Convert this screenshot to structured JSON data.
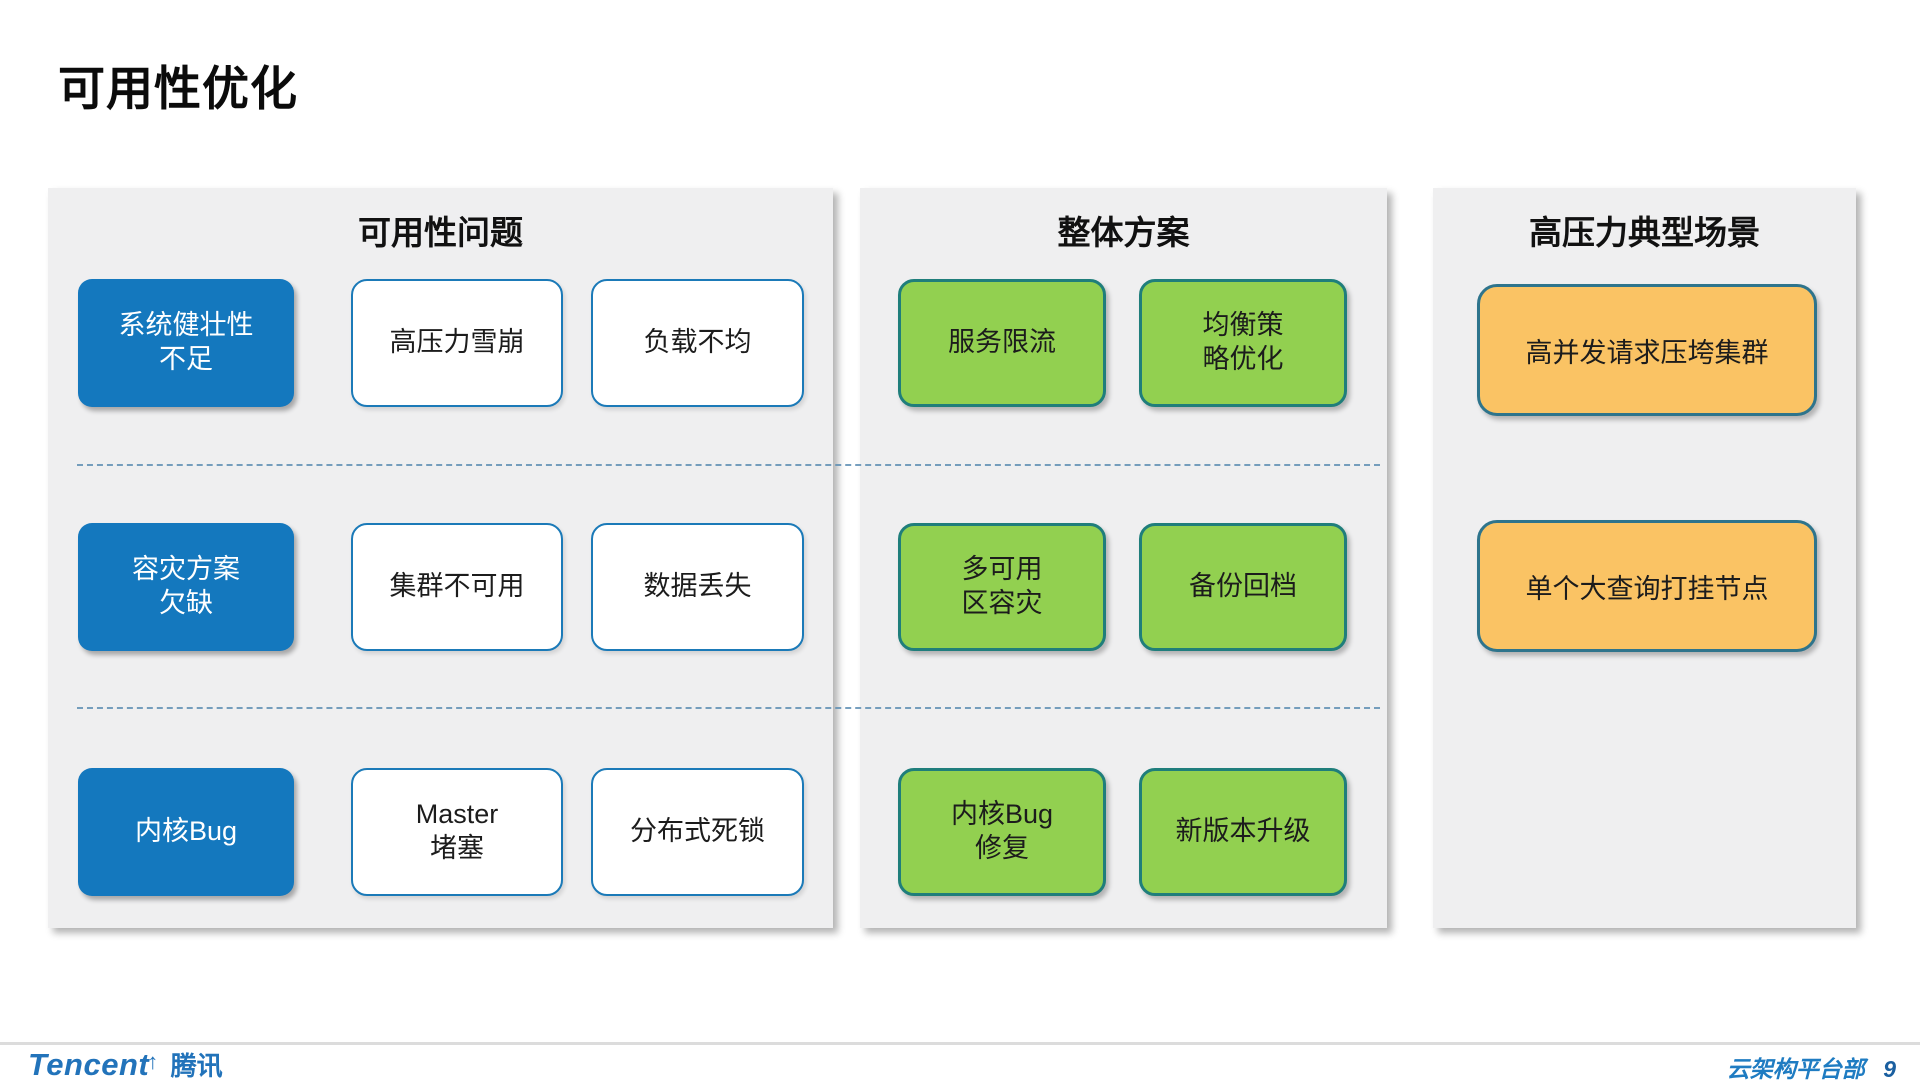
{
  "title": "可用性优化",
  "left_panel": {
    "header": "可用性问题",
    "rows": [
      {
        "problem": "系统健壮性\n不足",
        "items": [
          "高压力雪崩",
          "负载不均"
        ]
      },
      {
        "problem": "容灾方案\n欠缺",
        "items": [
          "集群不可用",
          "数据丢失"
        ]
      },
      {
        "problem": "内核Bug",
        "items": [
          "Master\n堵塞",
          "分布式死锁"
        ]
      }
    ]
  },
  "middle_panel": {
    "header": "整体方案",
    "rows": [
      {
        "items": [
          "服务限流",
          "均衡策\n略优化"
        ]
      },
      {
        "items": [
          "多可用\n区容灾",
          "备份回档"
        ]
      },
      {
        "items": [
          "内核Bug\n修复",
          "新版本升级"
        ]
      }
    ]
  },
  "right_panel": {
    "header": "高压力典型场景",
    "items": [
      "高并发请求压垮集群",
      "单个大查询打挂节点"
    ]
  },
  "footer": {
    "logo_en": "Tencent",
    "logo_arrow": "↑",
    "logo_cn": "腾讯",
    "department": "云架构平台部",
    "page_number": "9"
  },
  "colors": {
    "problem_blue": "#1478be",
    "issue_border_blue": "#1b7ab8",
    "solution_green": "#92d050",
    "solution_border_teal": "#1f7e7b",
    "scenario_orange": "#fac364",
    "scenario_border": "#2e748c",
    "panel_gray": "#efeff0",
    "footer_blue": "#2273ba"
  }
}
